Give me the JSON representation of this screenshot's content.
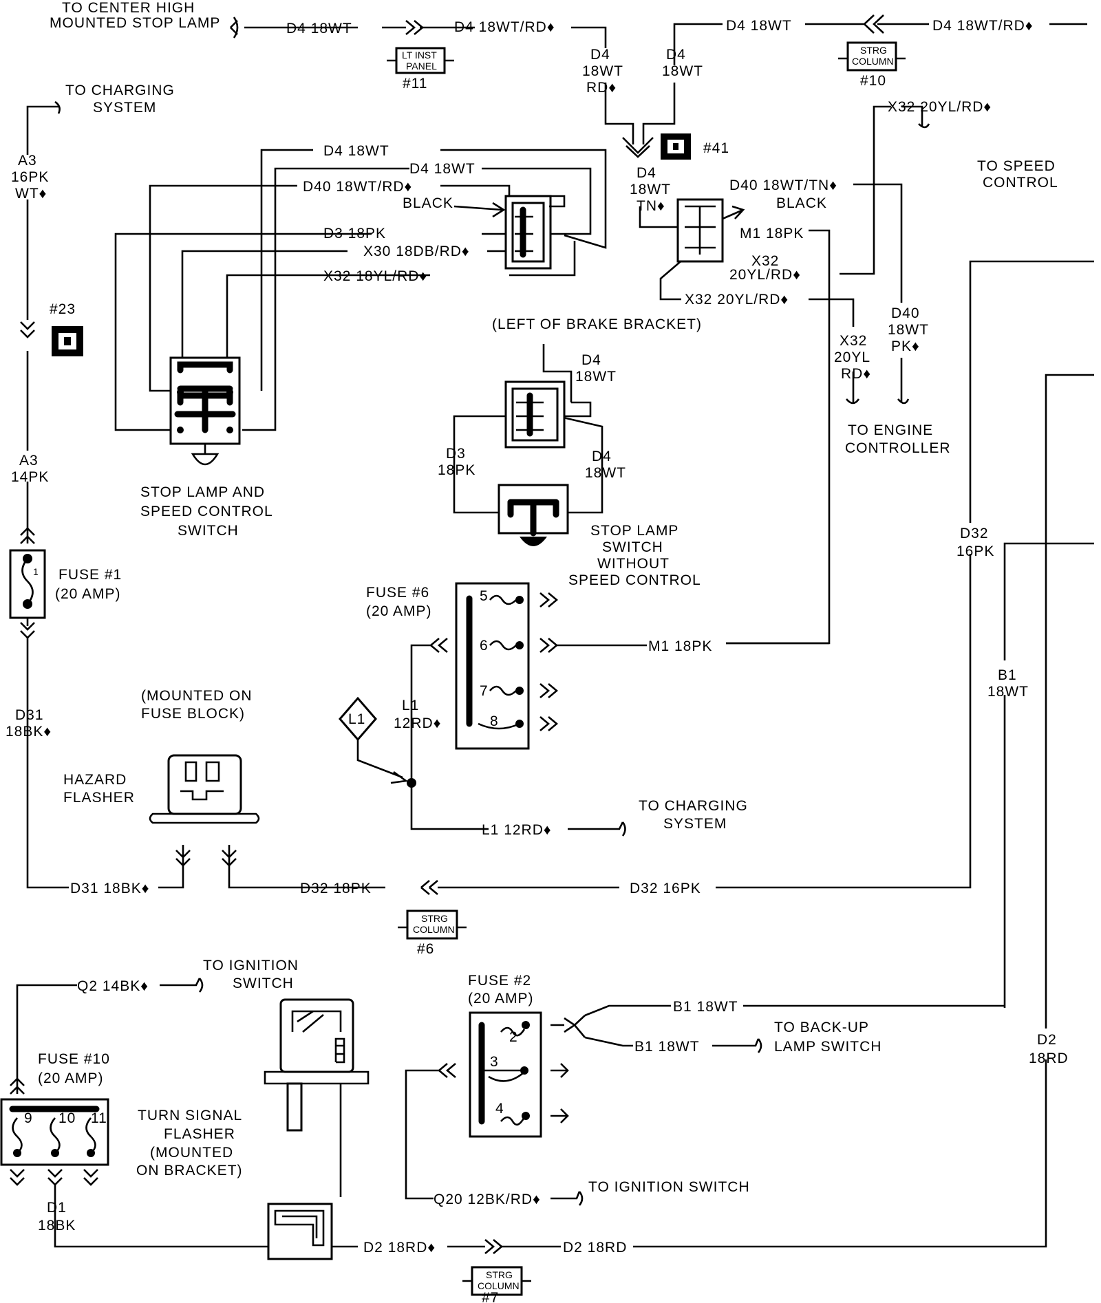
{
  "labels": {
    "to_chmsl_1": "TO CENTER HIGH",
    "to_chmsl_2": "MOUNTED STOP LAMP",
    "top_d4_a": "D4  18WT",
    "top_d4_b": "D4  18WT/RD♦",
    "top_d4_c": "D4  18WT",
    "top_d4_d": "D4  18WT/RD♦",
    "lt_inst_1": "LT INST",
    "lt_inst_2": "PANEL",
    "lt_inst_num": "#11",
    "strg10_1": "STRG",
    "strg10_2": "COLUMN",
    "strg10_num": "#10",
    "d4_v1_1": "D4",
    "d4_v1_2": "18WT",
    "d4_v1_3": "RD♦",
    "d4_v2_1": "D4",
    "d4_v2_2": "18WT",
    "conn41": "#41",
    "to_charging_a1": "TO CHARGING",
    "to_charging_a2": "SYSTEM",
    "a3_top_1": "A3",
    "a3_top_2": "16PK",
    "a3_top_3": "WT♦",
    "x32_top": "X32 20YL/RD♦",
    "to_speed_1": "TO SPEED",
    "to_speed_2": "CONTROL",
    "sw_d4_1": "D4  18WT",
    "sw_d4_2": "D4  18WT",
    "sw_d40": "D40  18WT/RD♦",
    "sw_black": "BLACK",
    "sw_d3": "D3  18PK",
    "sw_x30": "X30  18DB/RD♦",
    "sw_x32": "X32  18YL/RD♦",
    "r_d4_1": "D4",
    "r_d4_2": "18WT",
    "r_d4_3": "TN♦",
    "r_d40": "D40  18WT/TN♦",
    "r_black": "BLACK",
    "r_m1": "M1  18PK",
    "r_x32a_1": "X32",
    "r_x32a_2": "20YL/RD♦",
    "r_x32b": "X32  20YL/RD♦",
    "x32_v_1": "X32",
    "x32_v_2": "20YL",
    "x32_v_3": "RD♦",
    "d40_v_1": "D40",
    "d40_v_2": "18WT",
    "d40_v_3": "PK♦",
    "to_engine_1": "TO ENGINE",
    "to_engine_2": "CONTROLLER",
    "conn23": "#23",
    "left_of_brake": "(LEFT OF BRAKE BRACKET)",
    "ns_d4a_1": "D4",
    "ns_d4a_2": "18WT",
    "ns_d3_1": "D3",
    "ns_d3_2": "18PK",
    "ns_d4b_1": "D4",
    "ns_d4b_2": "18WT",
    "a3_mid_1": "A3",
    "a3_mid_2": "14PK",
    "stop_sw_1": "STOP LAMP AND",
    "stop_sw_2": "SPEED CONTROL",
    "stop_sw_3": "SWITCH",
    "stop_ns_1": "STOP LAMP",
    "stop_ns_2": "SWITCH",
    "stop_ns_3": "WITHOUT",
    "stop_ns_4": "SPEED CONTROL",
    "fuse1_1": "FUSE #1",
    "fuse1_2": "(20 AMP)",
    "fuse1_num": "1",
    "fuse6_1": "FUSE #6",
    "fuse6_2": "(20 AMP)",
    "f6_5": "5",
    "f6_6": "6",
    "f6_7": "7",
    "f6_8": "8",
    "m1_bottom": "M1  18PK",
    "d32_v_1": "D32",
    "d32_v_2": "16PK",
    "b1_v_1": "B1",
    "b1_v_2": "18WT",
    "l1_diamond": "L1",
    "l1_v_1": "L1",
    "l1_v_2": "12RD♦",
    "d31_v_1": "D31",
    "d31_v_2": "18BK♦",
    "mount_fb_1": "(MOUNTED ON",
    "mount_fb_2": "FUSE BLOCK)",
    "hazard_1": "HAZARD",
    "hazard_2": "FLASHER",
    "l1_h": "L1  12RD♦",
    "to_charging_b1": "TO CHARGING",
    "to_charging_b2": "SYSTEM",
    "d31_h": "D31  18BK♦",
    "d32_h1": "D32  18PK",
    "d32_h2": "D32  16PK",
    "strg6_1": "STRG",
    "strg6_2": "COLUMN",
    "strg6_num": "#6",
    "q2_h": "Q2  14BK♦",
    "to_ign_a1": "TO IGNITION",
    "to_ign_a2": "SWITCH",
    "fuse2_1": "FUSE #2",
    "fuse2_2": "(20 AMP)",
    "f2_2": "2",
    "f2_3": "3",
    "f2_4": "4",
    "b1_h1": "B1  18WT",
    "b1_h2": "B1  18WT",
    "to_backup_1": "TO BACK-UP",
    "to_backup_2": "LAMP SWITCH",
    "d2_v_1": "D2",
    "d2_v_2": "18RD",
    "fuse10_1": "FUSE #10",
    "fuse10_2": "(20 AMP)",
    "f10_9": "9",
    "f10_10": "10",
    "f10_11": "11",
    "turn_1": "TURN SIGNAL",
    "turn_2": "FLASHER",
    "turn_3": "(MOUNTED",
    "turn_4": "ON BRACKET)",
    "q20_h": "Q20  12BK/RD♦",
    "to_ign_b": "TO IGNITION SWITCH",
    "d1_v_1": "D1",
    "d1_v_2": "18BK",
    "d2_h1": "D2  18RD♦",
    "d2_h2": "D2  18RD",
    "strg7_1": "STRG",
    "strg7_2": "COLUMN",
    "strg7_num": "#7"
  }
}
